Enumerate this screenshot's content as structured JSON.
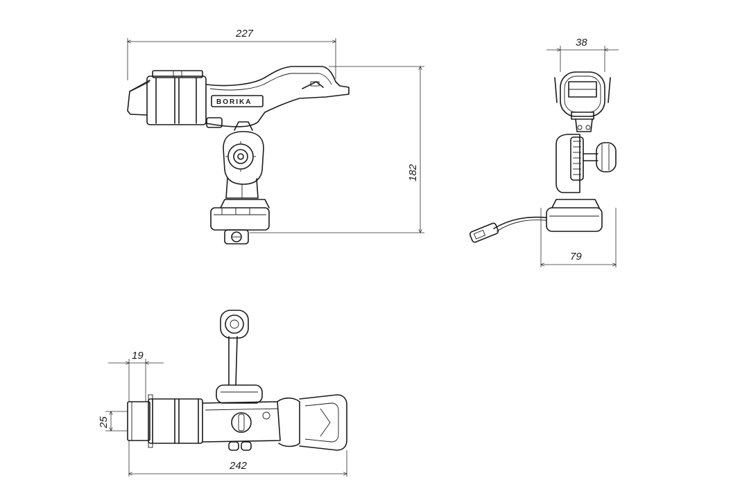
{
  "brand_label": "BORIKA",
  "dimensions": {
    "side_length": "227",
    "side_height": "182",
    "front_top_width": "38",
    "front_base_width": "79",
    "top_width": "242",
    "top_small_width": "19",
    "top_small_height": "25"
  },
  "colors": {
    "line": "#1a1a1a",
    "background": "#ffffff"
  }
}
